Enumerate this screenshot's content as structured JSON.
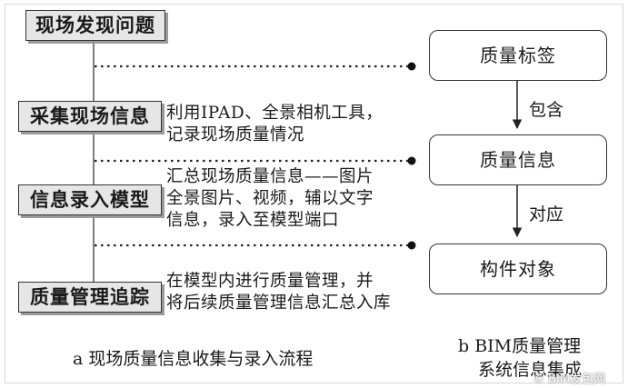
{
  "steps": [
    {
      "label": "现场发现问题"
    },
    {
      "label": "采集现场信息"
    },
    {
      "label": "信息录入模型"
    },
    {
      "label": "质量管理追踪"
    }
  ],
  "descriptions": {
    "d1_line1": "利用IPAD、全景相机工具，",
    "d1_line2": "记录现场质量情况",
    "d2_line1": "汇总现场质量信息——图片",
    "d2_line2": "全景图片、视频，辅以文字",
    "d2_line3": "信息，录入至模型端口",
    "d3_line1": "在模型内进行质量管理，并",
    "d3_line2": "将后续质量管理信息汇总入库"
  },
  "right_boxes": [
    {
      "label": "质量标签"
    },
    {
      "label": "质量信息"
    },
    {
      "label": "构件对象"
    }
  ],
  "arrow_labels": {
    "contain": "包含",
    "correspond": "对应"
  },
  "captions": {
    "left": "a 现场质量信息收集与录入流程",
    "right_line1": "b BIM质量管理",
    "right_line2": "系统信息集成"
  },
  "watermark": "© BIM发包网"
}
